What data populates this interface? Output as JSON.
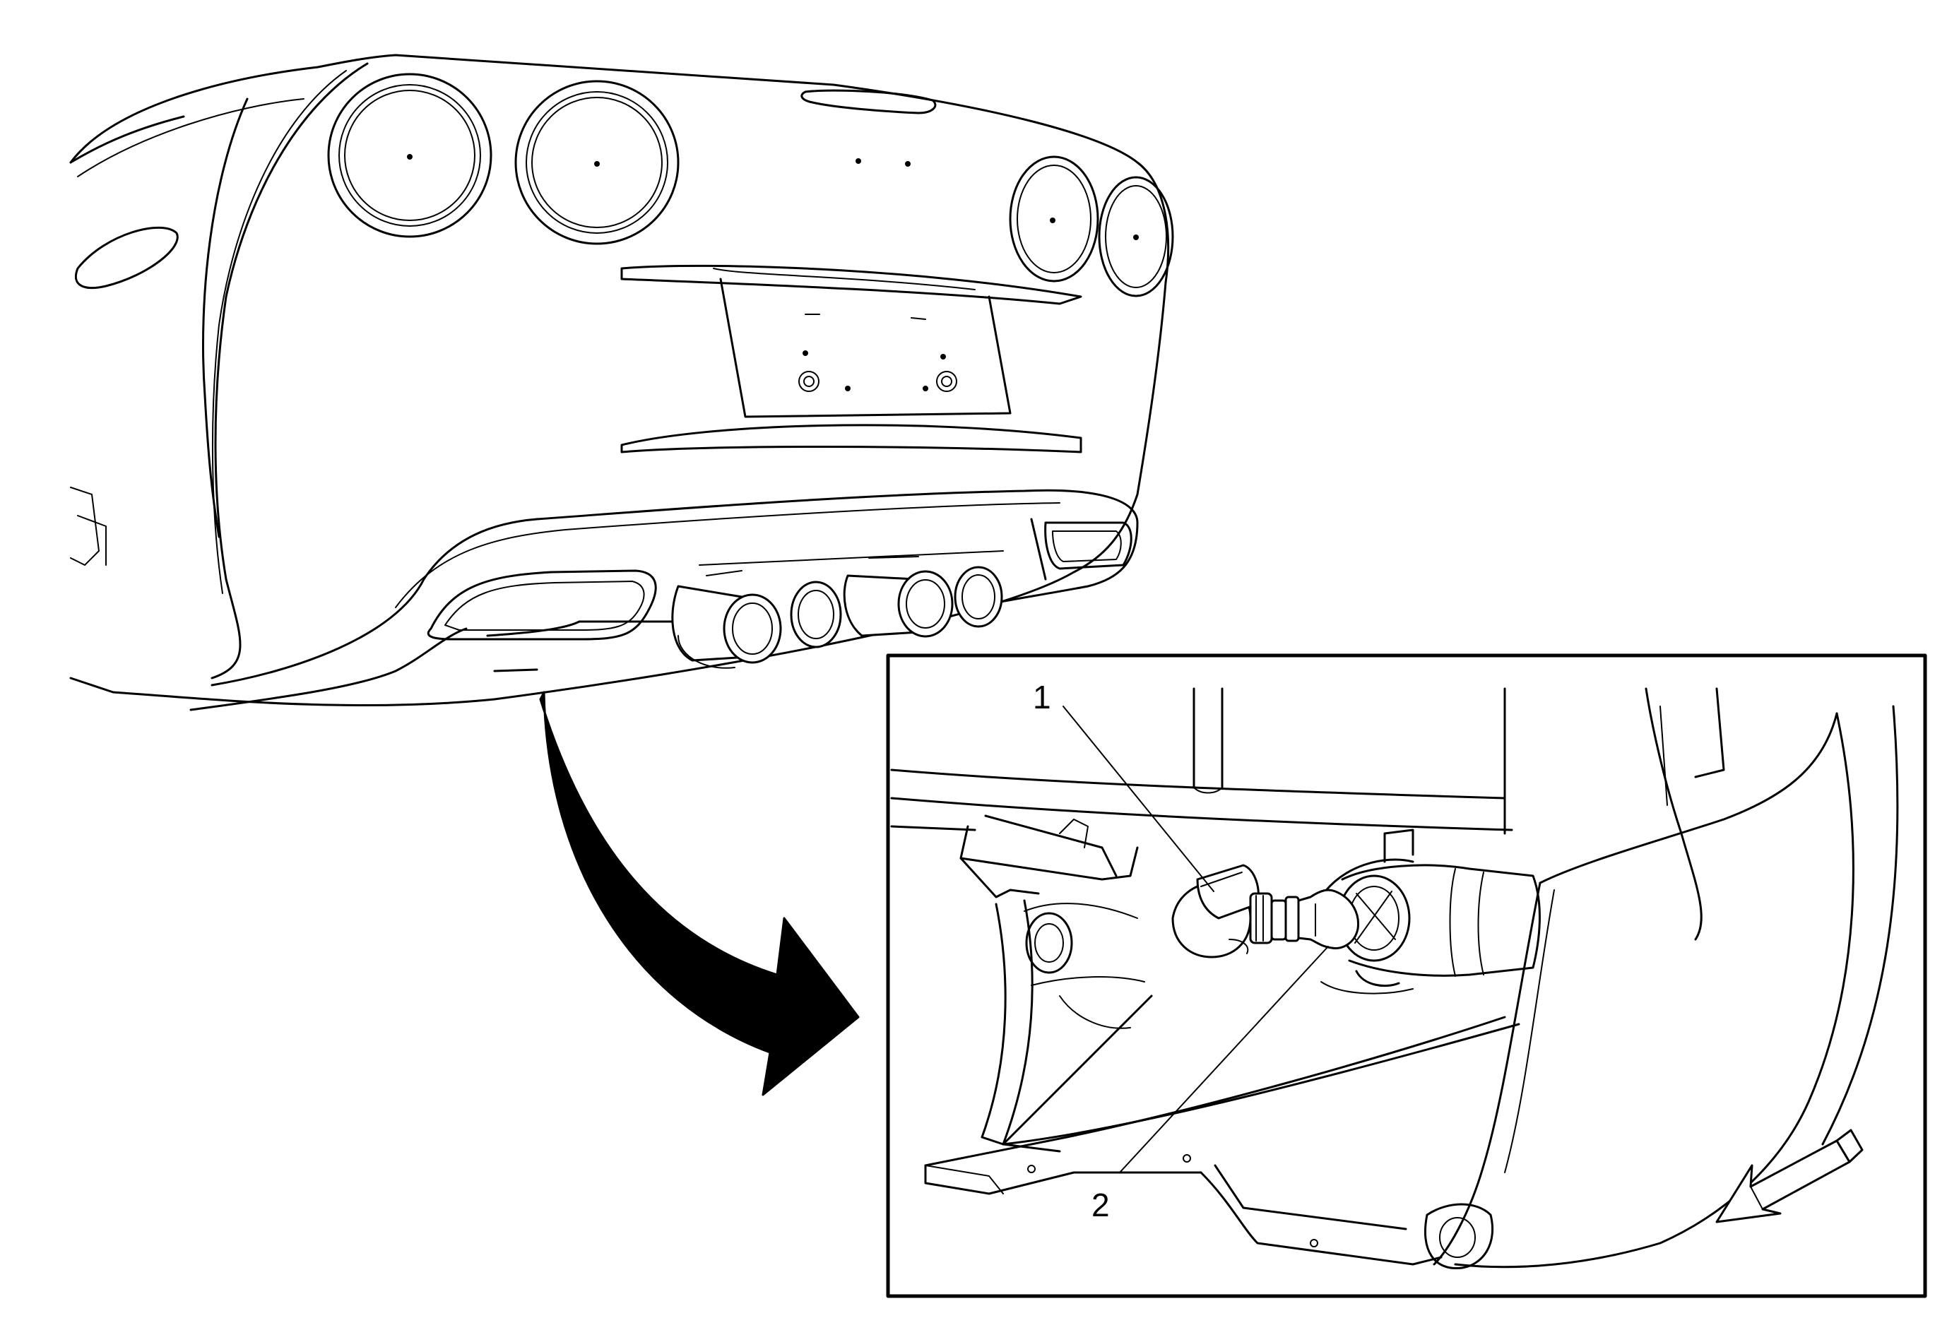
{
  "callouts": [
    {
      "number": "1",
      "part": "bulb-socket"
    },
    {
      "number": "2",
      "part": "bulb"
    }
  ],
  "icons": [
    "curved-arrow-icon",
    "forward-direction-arrow-icon"
  ],
  "colors": {
    "line": "#000000",
    "background": "#ffffff"
  }
}
